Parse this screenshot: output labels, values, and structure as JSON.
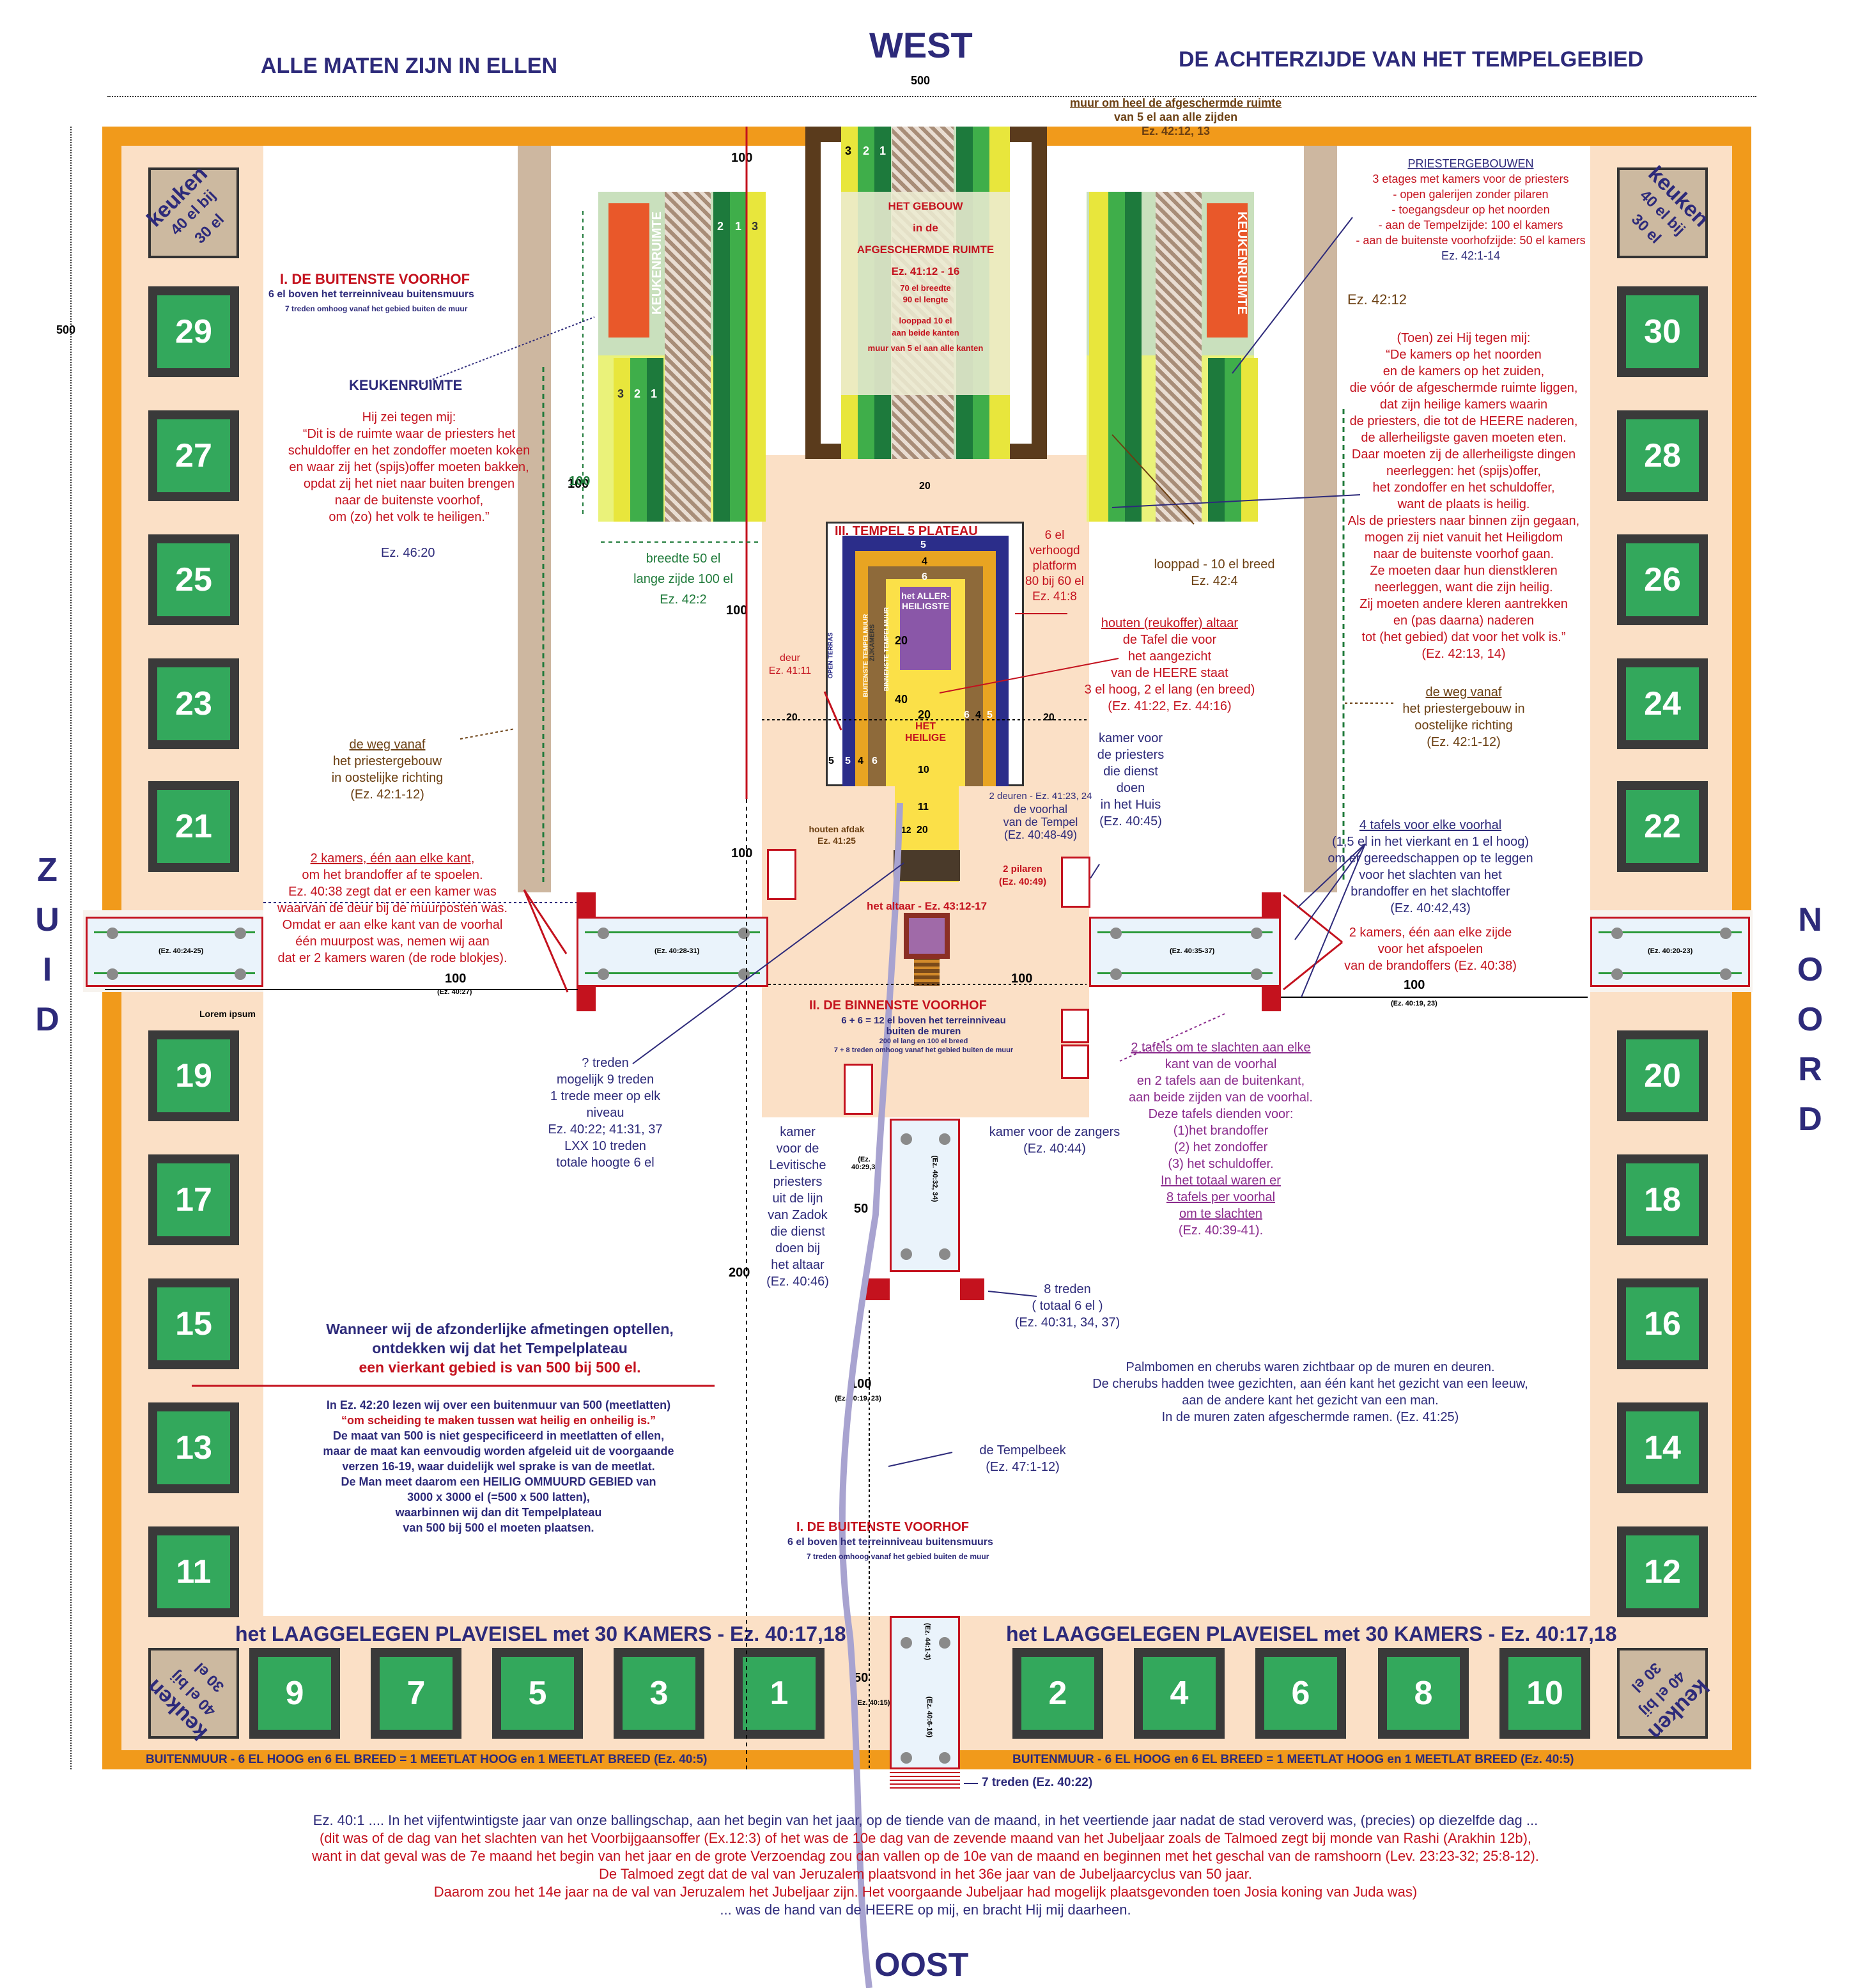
{
  "compass": {
    "west": "WEST",
    "oost": "OOST",
    "zuid": "Z U I D",
    "noord": "N O O R D"
  },
  "header": {
    "left": "ALLE MATEN ZIJN IN ELLEN",
    "right": "DE ACHTERZIJDE VAN HET TEMPELGEBIED"
  },
  "dims": {
    "top": "500",
    "left": "500",
    "m100": "100",
    "m200": "200",
    "m50": "50",
    "m20": "20"
  },
  "rooms": {
    "left": [
      "29",
      "27",
      "25",
      "23",
      "21",
      "19",
      "17",
      "15",
      "13",
      "11"
    ],
    "right": [
      "30",
      "28",
      "26",
      "24",
      "22",
      "20",
      "18",
      "16",
      "14",
      "12"
    ],
    "bottom_left": [
      "9",
      "7",
      "5",
      "3",
      "1"
    ],
    "bottom_right": [
      "2",
      "4",
      "6",
      "8",
      "10"
    ]
  },
  "kitchen": {
    "title": "keuken",
    "size1": "40 el bij",
    "size2": "30 el"
  },
  "pavement": {
    "left": "het LAAGGELEGEN PLAVEISEL met 30 KAMERS - Ez. 40:17,18",
    "right": "het LAAGGELEGEN PLAVEISEL met 30 KAMERS - Ez. 40:17,18"
  },
  "outer_wall": "BUITENMUUR - 6 EL HOOG en 6 EL BREED = 1 MEETLAT HOOG en 1 MEETLAT BREED (Ez. 40:5)",
  "muur": {
    "l1": "muur om heel de afgeschermde ruimte",
    "l2": "van 5 el aan alle zijden",
    "l3": "Ez. 42:12, 13"
  },
  "gebouw": {
    "l1": "HET GEBOUW",
    "l2": "in de",
    "l3": "AFGESCHERMDE RUIMTE",
    "l4": "Ez. 41:12 - 16",
    "l5": "70 el breedte",
    "l6": "90 el lengte",
    "l7": "looppad 10 el",
    "l8": "aan beide kanten",
    "l9": "muur van 5 el aan alle kanten"
  },
  "keukenruimte": "KEUKENRUIMTE",
  "floors": {
    "a": "3",
    "b": "2",
    "c": "1"
  },
  "buitenste_voorhof": {
    "title": "I.   DE BUITENSTE VOORHOF",
    "l1": "6 el boven het terreinniveau buitensmuurs",
    "l2": "7 treden omhoog vanaf het gebied buiten de muur"
  },
  "keuken_text": {
    "title": "KEUKENRUIMTE",
    "lines": [
      "Hij zei tegen mij:",
      "“Dit is de ruimte waar de priesters het",
      "schuldoffer en het zondoffer moeten koken",
      "en waar zij het (spijs)offer moeten bakken,",
      "opdat zij het niet naar buiten brengen",
      "naar de buitenste voorhof,",
      "om (zo) het volk te heiligen.”"
    ],
    "ref": "Ez. 46:20"
  },
  "breedte": {
    "l1": "breedte 50 el",
    "l2": "lange zijde 100 el",
    "l3": "Ez. 42:2"
  },
  "priester": {
    "title": "PRIESTERGEBOUWEN",
    "l1": "3  etages met kamers voor de priesters",
    "l2": "- open galerijen zonder pilaren",
    "l3": "- toegangsdeur op het noorden",
    "l4": "- aan de Tempelzijde: 100 el kamers",
    "l5": "- aan de buitenste voorhofzijde: 50 el kamers",
    "ref": "Ez. 42:1-14"
  },
  "ez4212": "Ez. 42:12",
  "quote_right": {
    "lines": [
      "(Toen) zei Hij tegen mij:",
      "“De kamers op het noorden",
      "en de kamers op het zuiden,",
      "die vóór de afgeschermde ruimte liggen,",
      "dat zijn heilige kamers waarin",
      "de priesters, die tot de HEERE naderen,",
      "de allerheiligste gaven moeten eten.",
      "Daar moeten zij de allerheiligste dingen",
      "neerleggen: het (spijs)offer,",
      "het zondoffer en het schuldoffer,",
      "want de plaats is heilig.",
      "Als de priesters naar binnen zijn gegaan,",
      "mogen zij niet vanuit het Heiligdom",
      "naar de buitenste voorhof gaan.",
      "Ze moeten daar hun dienstkleren",
      "neerleggen, want die zijn heilig.",
      "Zij moeten andere kleren aantrekken",
      "en (pas daarna) naderen",
      "tot (het gebied) dat voor het volk is.”"
    ],
    "ref": "(Ez. 42:13, 14)"
  },
  "looppad": {
    "l1": "looppad - 10 el breed",
    "l2": "Ez. 42:4"
  },
  "tempel": {
    "title": "III. TEMPEL 5 PLATEAU",
    "allerheiligste": "het ALLER- HEILIGSTE",
    "heilige": "HET HEILIGE",
    "open_terras": "OPEN TERRAS",
    "buitenste_tempelmuur": "BUITENSTE TEMPELMUUR",
    "zijkamers": "ZIJKAMERS",
    "binnenste_tempelmuur": "BINNENSTE TEMPELMUUR"
  },
  "platform": {
    "l1": "6 el",
    "l2": "verhoogd",
    "l3": "platform",
    "l4": "80 bij 60 el",
    "l5": "Ez. 41:8"
  },
  "altaar_hout": {
    "l1": "houten (reukoffer) altaar",
    "l2": "de Tafel die voor",
    "l3": "het aangezicht",
    "l4": "van de HEERE staat",
    "l5": "3 el hoog, 2 el lang (en breed)",
    "l6": "(Ez. 41:22, Ez. 44:16)"
  },
  "deur": {
    "l1": "deur",
    "l2": "Ez. 41:11"
  },
  "weg_left": {
    "l1": "de weg vanaf",
    "l2": "het priestergebouw",
    "l3": "in oostelijke richting",
    "l4": "(Ez. 42:1-12)"
  },
  "weg_right": {
    "l1": "de weg vanaf",
    "l2": "het priestergebouw in",
    "l3": "oostelijke richting",
    "l4": "(Ez. 42:1-12)"
  },
  "kamer_priesters": {
    "l1": "kamer voor",
    "l2": "de priesters",
    "l3": "die dienst",
    "l4": "doen",
    "l5": "in het Huis",
    "l6": "(Ez. 40:45)"
  },
  "tafels4": {
    "l1": "4 tafels voor elke voorhal",
    "l2": "(1,5 el in het vierkant en 1 el hoog)",
    "l3": "om er gereedschappen op te leggen",
    "l4": "voor het slachten van het",
    "l5": "brandoffer en het slachtoffer",
    "l6": "(Ez. 40:42,43)"
  },
  "kamers2_right": {
    "l1": "2 kamers, één aan elke zijde",
    "l2": "voor het afspoelen",
    "l3": "van de brandoffers (Ez. 40:38)"
  },
  "kamers2_left": {
    "l1": "2 kamers, één aan elke kant,",
    "l2": "om het brandoffer af te spoelen.",
    "l3": "Ez. 40:38 zegt dat er een kamer was",
    "l4": "waarvan de deur bij de muurposten was.",
    "l5": "Omdat er aan elke kant van de voorhal",
    "l6": "één muurpost was, nemen wij aan",
    "l7": "dat er 2 kamers waren (de rode blokjes)."
  },
  "voorhal": {
    "l1": "2 deuren - Ez. 41:23, 24",
    "l2": "de voorhal",
    "l3": "van de Tempel",
    "l4": "(Ez. 40:48-49)",
    "pilaren": "2 pilaren",
    "pilaren_ref": "(Ez. 40:49)",
    "afdak": "houten afdak",
    "afdak_ref": "Ez. 41:25"
  },
  "altaar": "het altaar - Ez. 43:12-17",
  "binnenste": {
    "title": "II. DE BINNENSTE VOORHOF",
    "l1": "6 + 6 = 12 el boven het terreinniveau",
    "l2": "buiten de muren",
    "l3": "200 el lang en 100 el breed",
    "l4": "7 + 8 treden omhoog vanaf het gebied buiten de muur"
  },
  "gates": {
    "g1": "(Ez. 40:24-25)",
    "g2": "(Ez. 40:28-31)",
    "g3": "(Ez. 40:35-37)",
    "g4": "(Ez. 40:20-23)",
    "g5": "(Ez. 40:32, 34)",
    "g6": "(Ez. 44:1-3)",
    "g7": "(Ez. 40:6-16)",
    "d1": "(Ez. 40:27)",
    "d2": "(Ez. 40:19, 23)",
    "d3": "(Ez. 40:19, 23)",
    "d4": "(Ez. 40:15)",
    "d5": "(Ez. 40:29,36)"
  },
  "lorem": "Lorem ipsum",
  "treden_q": {
    "l1": "? treden",
    "l2": "mogelijk 9 treden",
    "l3": "1 trede meer op elk",
    "l4": "niveau",
    "l5": "Ez. 40:22; 41:31, 37",
    "l6": "LXX 10 treden",
    "l7": "totale hoogte 6 el"
  },
  "kamer_levitische": {
    "l1": "kamer",
    "l2": "voor de",
    "l3": "Levitische",
    "l4": "priesters",
    "l5": "uit de lijn",
    "l6": "van Zadok",
    "l7": "die dienst",
    "l8": "doen bij",
    "l9": "het altaar",
    "l10": "(Ez. 40:46)"
  },
  "zangers": {
    "l1": "kamer voor de zangers",
    "l2": "(Ez. 40:44)"
  },
  "tafels2": {
    "l1": "2 tafels om te slachten aan elke",
    "l2": "kant van de voorhal",
    "l3": "en 2 tafels aan de buitenkant,",
    "l4": "aan beide zijden van de voorhal.",
    "l5": "Deze tafels dienden voor:",
    "l6": "(1)het brandoffer",
    "l7": "(2) het zondoffer",
    "l8": "(3) het schuldoffer.",
    "l9": "In het totaal waren er",
    "l10": "8 tafels per voorhal",
    "l11": "om te slachten",
    "l12": "(Ez. 40:39-41)."
  },
  "treden8": {
    "l1": "8 treden",
    "l2": "( totaal 6 el )",
    "l3": "(Ez. 40:31, 34, 37)"
  },
  "palm": {
    "l1": "Palmbomen en cherubs waren zichtbaar op de muren en deuren.",
    "l2": "De cherubs hadden twee gezichten, aan één kant het gezicht van een leeuw,",
    "l3": "aan de andere kant het gezicht van een man.",
    "l4": "In de muren zaten afgeschermde ramen. (Ez. 41:25)"
  },
  "tempelbeek": {
    "l1": "de Tempelbeek",
    "l2": "(Ez. 47:1-12)"
  },
  "optellen": {
    "l1": "Wanneer wij de afzonderlijke afmetingen optellen,",
    "l2": "ontdekken wij dat het Tempelplateau",
    "l3": "een vierkant gebied is van 500 bij 500 el."
  },
  "maat500": {
    "l1": "In Ez. 42:20 lezen wij over  een buitenmuur van 500 (meetlatten)",
    "l2": "“om scheiding te maken tussen wat heilig en onheilig is.”",
    "l3": "De maat van 500 is niet gespecificeerd in meetlatten of ellen,",
    "l4": "maar de maat kan eenvoudig worden afgeleid uit de voorgaande",
    "l5": "verzen 16-19, waar duidelijk wel sprake is van de meetlat.",
    "l6": "De Man meet daarom een HEILIG OMMUURD GEBIED van",
    "l7": "3000 x 3000 el (=500 x 500 latten),",
    "l8": "waarbinnen wij dan dit Tempelplateau",
    "l9": "van 500 bij 500 el moeten plaatsen."
  },
  "treden7": "7 treden (Ez. 40:22)",
  "footer": {
    "l1": "Ez. 40:1 .... In het vijfentwintigste jaar van onze ballingschap, aan het begin van het jaar, op de tiende van de maand, in het veertiende jaar nadat de stad veroverd was,  (precies) op diezelfde dag ...",
    "l2": "(dit was of de dag van het slachten van het Voorbijgaansoffer (Ex.12:3) of het was de 10e dag van de zevende maand van het Jubeljaar zoals de Talmoed zegt bij monde van Rashi (Arakhin 12b),",
    "l3": "want in dat geval was de 7e maand het begin van het jaar en de grote Verzoendag zou dan vallen op de 10e van de maand en beginnen met het geschal van de ramshoorn (Lev. 23:23-32; 25:8-12).",
    "l4": "De Talmoed zegt dat de val van Jeruzalem plaatsvond in het 36e jaar van de Jubeljaarcyclus van 50 jaar.",
    "l5": "Daarom zou het 14e jaar na de val van Jeruzalem het Jubeljaar zijn. Het voorgaande Jubeljaar had mogelijk plaatsgevonden toen Josia koning van Juda was)",
    "l6": "... was de hand van de HEERE op mij, en bracht Hij mij daarheen."
  },
  "temple_nums": {
    "n5": "5",
    "n4": "4",
    "n6": "6",
    "n20": "20",
    "n40": "40",
    "n10": "10",
    "n11": "11",
    "n12": "12"
  }
}
